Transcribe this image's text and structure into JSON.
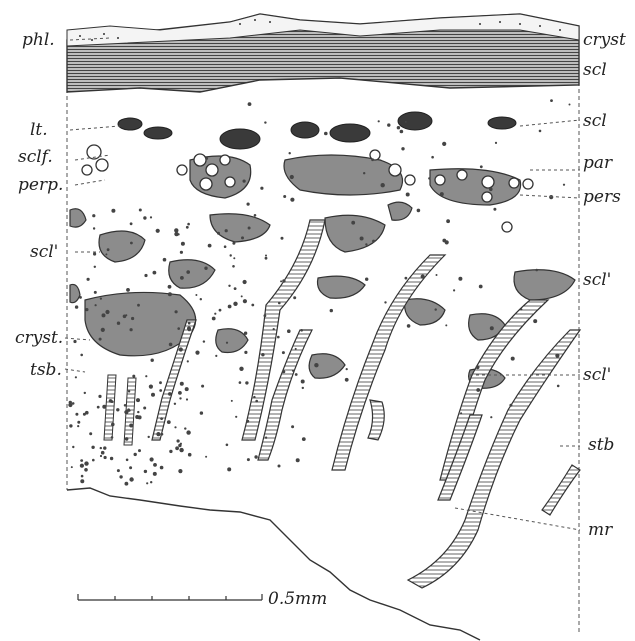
{
  "labels_left": [
    "phl.",
    "lt.",
    "sclf.",
    "perp.",
    "scl'",
    "cryst.",
    "tsb."
  ],
  "labels_right": [
    "cryst",
    "scl",
    "scl",
    "par",
    "pers",
    "scl'",
    "scl'",
    "stb",
    "mr"
  ],
  "scale_label": "0.5mm",
  "colors": {
    "ink": "#333333",
    "fill": "#8c8c8c",
    "dots": "#555555"
  }
}
